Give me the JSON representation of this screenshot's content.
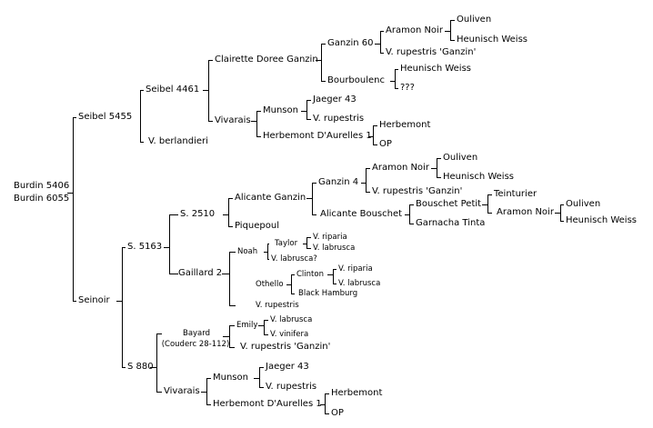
{
  "cultivar": {
    "line1": "Burdin 5406",
    "line2": "Burdin 6055"
  },
  "nodes": {
    "seibel5455": "Seibel 5455",
    "seibel4461": "Seibel 4461",
    "clairette": "Clairette Doree Ganzin",
    "ganzin60": "Ganzin 60",
    "aramon1": "Aramon Noir",
    "ouliven1": "Ouliven",
    "heunisch1": "Heunisch Weiss",
    "vrup_ganzin1": "V. rupestris 'Ganzin'",
    "bourboulenc": "Bourboulenc",
    "heunisch2": "Heunisch Weiss",
    "unknown": "???",
    "vivarais1": "Vivarais",
    "munson1": "Munson",
    "jaeger1": "Jaeger 43",
    "vrup1": "V. rupestris",
    "herbemont_da1": "Herbemont D'Aurelles 1",
    "herbemont1": "Herbemont",
    "op1": "OP",
    "vberl": "V. berlandieri",
    "seinoir": "Seinoir",
    "s5163": "S. 5163",
    "s2510": "S. 2510",
    "alicante_ganzin": "Alicante Ganzin",
    "ganzin4": "Ganzin 4",
    "aramon2": "Aramon Noir",
    "ouliven2": "Ouliven",
    "heunisch3": "Heunisch Weiss",
    "vrup_ganzin2": "V. rupestris 'Ganzin'",
    "alicante_bouschet": "Alicante Bouschet",
    "bouschet_petit": "Bouschet Petit",
    "teinturier": "Teinturier",
    "aramon3": "Aramon Noir",
    "ouliven3": "Ouliven",
    "heunisch4": "Heunisch Weiss",
    "garnacha": "Garnacha Tinta",
    "piquepoul": "Piquepoul",
    "gaillard2": "Gaillard 2",
    "noah": "Noah",
    "taylor": "Taylor",
    "vrip1": "V. riparia",
    "vlab1": "V. labrusca",
    "vlab_q": "V. labrusca?",
    "othello": "Othello",
    "clinton": "Clinton",
    "vrip2": "V. riparia",
    "vlab2": "V. labrusca",
    "black_hamburg": "Black Hamburg",
    "vrup2": "V. rupestris",
    "s880": "S 880",
    "bayard1": "Bayard",
    "bayard2": "(Couderc 28-112)",
    "emily": "Emily",
    "vlab3": "V. labrusca",
    "vvin": "V. vinifera",
    "vrup_ganzin3": "V. rupestris 'Ganzin'",
    "vivarais2": "Vivarais",
    "munson2": "Munson",
    "jaeger2": "Jaeger 43",
    "vrup3": "V. rupestris",
    "herbemont_da2": "Herbemont D'Aurelles 1",
    "herbemont2": "Herbemont",
    "op2": "OP"
  },
  "line_color": "#000000"
}
